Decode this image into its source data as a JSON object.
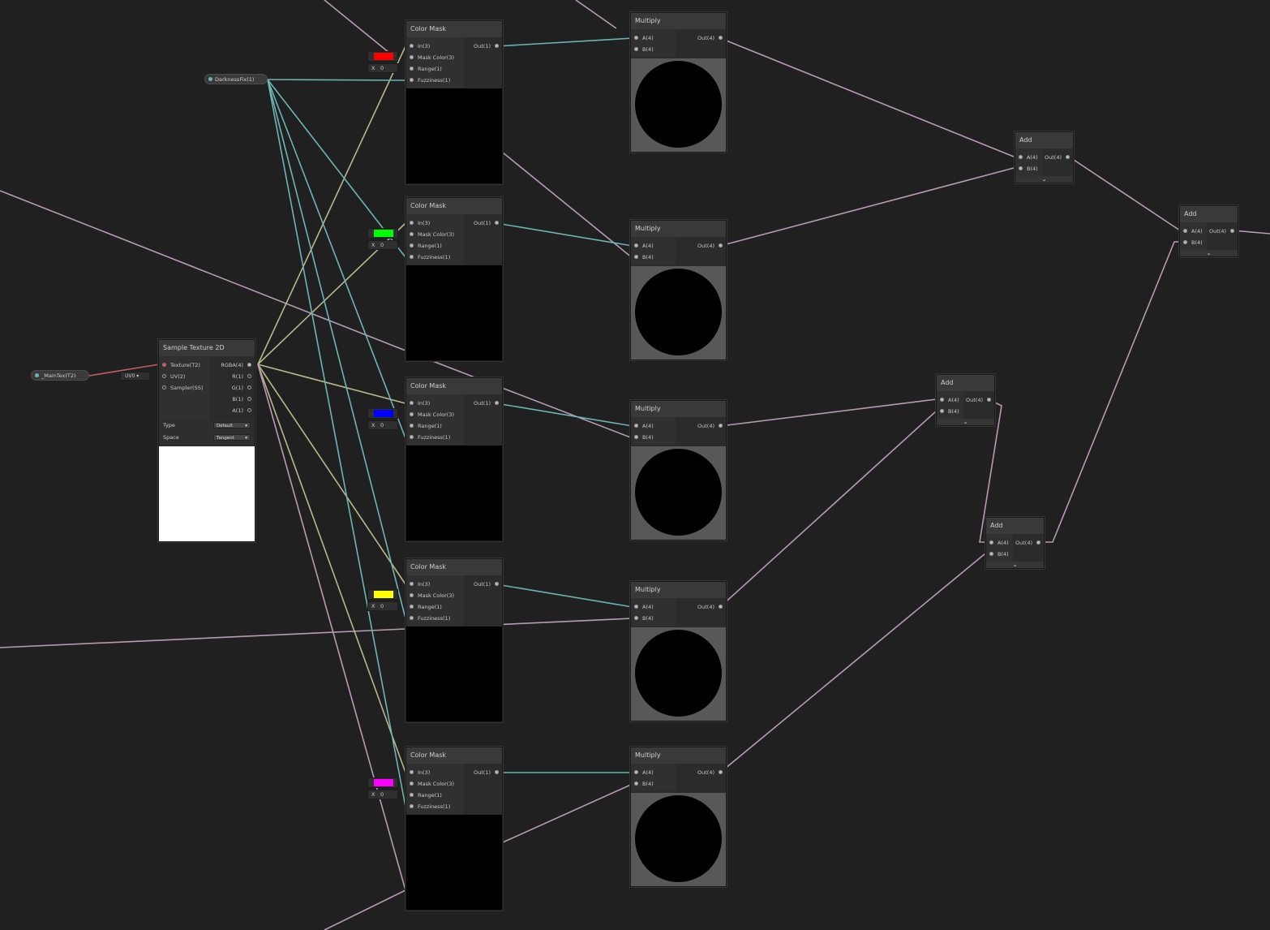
{
  "properties": {
    "darkness": {
      "label": "DarknessFix(1)"
    },
    "maintex": {
      "label": "_MainTex(T2)"
    }
  },
  "uv_dropdown": {
    "value": "UV0"
  },
  "sample_texture": {
    "title": "Sample Texture 2D",
    "inputs": [
      "Texture(T2)",
      "UV(2)",
      "Sampler(SS)"
    ],
    "outputs": [
      "RGBA(4)",
      "R(1)",
      "G(1)",
      "B(1)",
      "A(1)"
    ],
    "type_label": "Type",
    "type_value": "Default",
    "space_label": "Space",
    "space_value": "Tangent"
  },
  "color_mask": {
    "title": "Color Mask",
    "inputs": [
      "In(3)",
      "Mask Color(3)",
      "Range(1)",
      "Fuzziness(1)"
    ],
    "output": "Out(1)",
    "x_label": "X",
    "x_value": "0"
  },
  "multiply": {
    "title": "Multiply",
    "inputs": [
      "A(4)",
      "B(4)"
    ],
    "output": "Out(4)"
  },
  "add": {
    "title": "Add",
    "inputs": [
      "A(4)",
      "B(4)"
    ],
    "output": "Out(4)",
    "expand_icon": "⌄"
  },
  "colors": {
    "swatches": [
      "#ff0000",
      "#00ff00",
      "#0000ff",
      "#ffff00",
      "#ff00ff"
    ],
    "wire_vector": "#b79ab6",
    "wire_float": "#6bb5b5",
    "wire_vec3": "#b8b88a",
    "wire_texture": "#c0605e"
  }
}
